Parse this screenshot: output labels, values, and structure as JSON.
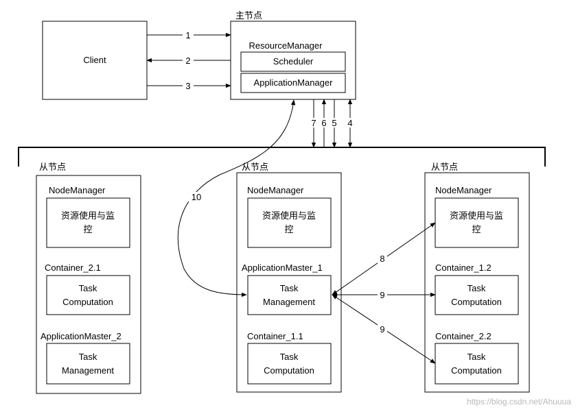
{
  "master": {
    "title": "主节点",
    "rm": "ResourceManager",
    "scheduler": "Scheduler",
    "appmanager": "ApplicationManager"
  },
  "client": "Client",
  "edges": {
    "e1": "1",
    "e2": "2",
    "e3": "3",
    "e7": "7",
    "e6": "6",
    "e5": "5",
    "e4": "4",
    "e10": "10",
    "e8": "8",
    "e9a": "9",
    "e9b": "9"
  },
  "slaves": [
    {
      "title": "从节点",
      "nodemanager": "NodeManager",
      "resource_line1": "资源使用与监",
      "resource_line2": "控",
      "container_a": "Container_2.1",
      "task_a_line1": "Task",
      "task_a_line2": "Computation",
      "container_b": "ApplicationMaster_2",
      "task_b_line1": "Task",
      "task_b_line2": "Management"
    },
    {
      "title": "从节点",
      "nodemanager": "NodeManager",
      "resource_line1": "资源使用与监",
      "resource_line2": "控",
      "container_a": "ApplicationMaster_1",
      "task_a_line1": "Task",
      "task_a_line2": "Management",
      "container_b": "Container_1.1",
      "task_b_line1": "Task",
      "task_b_line2": "Computation"
    },
    {
      "title": "从节点",
      "nodemanager": "NodeManager",
      "resource_line1": "资源使用与监",
      "resource_line2": "控",
      "container_a": "Container_1.2",
      "task_a_line1": "Task",
      "task_a_line2": "Computation",
      "container_b": "Container_2.2",
      "task_b_line1": "Task",
      "task_b_line2": "Computation"
    }
  ],
  "watermark": "https://blog.csdn.net/Ahuuua",
  "colors": {
    "line": "#000000",
    "background": "#ffffff",
    "watermark": "#b8b8b8"
  }
}
